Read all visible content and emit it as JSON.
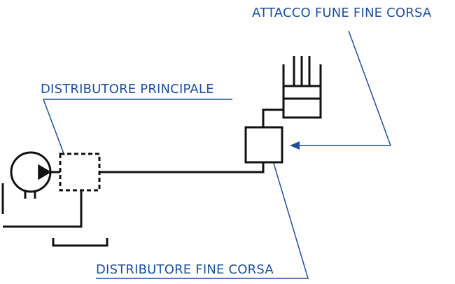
{
  "labels": {
    "limit_cable_attachment": "ATTACCO FUNE FINE CORSA",
    "main_distributor": "DISTRIBUTORE PRINCIPALE",
    "limit_distributor": "DISTRIBUTORE FINE CORSA"
  },
  "colors": {
    "line": "#111111",
    "accent": "#1f4e9a"
  },
  "icons": {
    "pump": "hydraulic-pump-icon",
    "cylinder": "hydraulic-cylinder-icon",
    "arrow": "arrow-left-icon"
  }
}
